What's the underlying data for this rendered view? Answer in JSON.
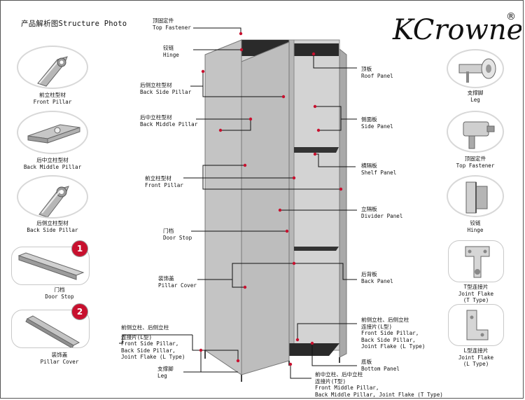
{
  "header": {
    "title": "产品解析图Structure Photo"
  },
  "brand": {
    "name": "KCrowne",
    "registered_mark": "®"
  },
  "left_parts": [
    {
      "zh": "前立柱型材",
      "en": "Front Pillar"
    },
    {
      "zh": "后中立柱型材",
      "en": "Back Middle Pillar"
    },
    {
      "zh": "后侧立柱型材",
      "en": "Back Side Pillar"
    },
    {
      "zh": "门档",
      "en": "Door Stop",
      "badge": "1"
    },
    {
      "zh": "装饰盖",
      "en": "Pillar Cover",
      "badge": "2"
    }
  ],
  "right_parts": [
    {
      "zh": "支撑脚",
      "en": "Leg"
    },
    {
      "zh": "顶固定件",
      "en": "Top Fastener"
    },
    {
      "zh": "铰链",
      "en": "Hinge"
    },
    {
      "zh": "T型连接片",
      "en": "Joint Flake",
      "en2": "(T Type)"
    },
    {
      "zh": "L型连接片",
      "en": "Joint Flake",
      "en2": "(L Type)"
    }
  ],
  "callouts": {
    "top_fastener": {
      "zh": "顶固定件",
      "en": "Top Fastener"
    },
    "hinge": {
      "zh": "铰链",
      "en": "Hinge"
    },
    "back_side_pillar": {
      "zh": "后侧立柱型材",
      "en": "Back Side Pillar"
    },
    "back_middle_pillar": {
      "zh": "后中立柱型材",
      "en": "Back Middle Pillar"
    },
    "front_pillar": {
      "zh": "前立柱型材",
      "en": "Front Pillar"
    },
    "door_stop": {
      "zh": "门档",
      "en": "Door Stop"
    },
    "pillar_cover": {
      "zh": "装饰盖",
      "en": "Pillar Cover"
    },
    "front_joint_flake": {
      "zh": "前侧立柱、后侧立柱",
      "zh2": "连接片(L型)",
      "en": "Front Side Pillar,",
      "en2": "Back Side Pillar,",
      "en3": "Joint Flake (L Type)"
    },
    "leg": {
      "zh": "支撑脚",
      "en": "Leg"
    },
    "roof_panel": {
      "zh": "顶板",
      "en": "Roof Panel"
    },
    "side_panel": {
      "zh": "侧面板",
      "en": "Side Panel"
    },
    "shelf_panel": {
      "zh": "横隔板",
      "en": "Shelf Panel"
    },
    "divider_panel": {
      "zh": "立隔板",
      "en": "Divider Panel"
    },
    "back_panel": {
      "zh": "后背板",
      "en": "Back Panel"
    },
    "rear_joint_flake": {
      "zh": "前侧立柱、后侧立柱",
      "zh2": "连接片(L型)",
      "en": "Front Side Pillar,",
      "en2": "Back Side Pillar,",
      "en3": "Joint Flake (L Type)"
    },
    "bottom_panel": {
      "zh": "底板",
      "en": "Bottom Panel"
    },
    "middle_joint_flake": {
      "zh": "前中立柱、后中立柱",
      "zh2": "连接片(T型)",
      "en": "Front Middle Pillar,",
      "en2": "Back Middle Pillar, Joint Flake (T Type)"
    }
  },
  "colors": {
    "accent": "#c8102e",
    "leader": "#111111",
    "dot": "#c8102e",
    "panel": "#c9c9c9"
  }
}
